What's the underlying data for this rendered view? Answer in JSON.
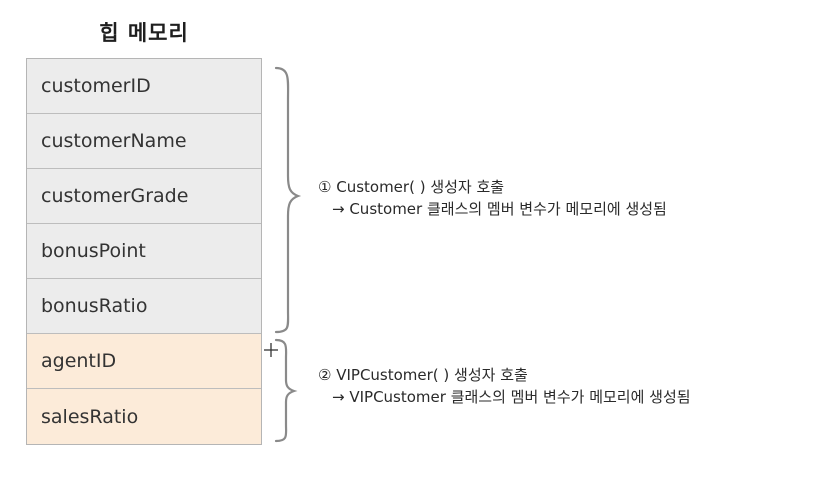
{
  "title": "힙 메모리",
  "fields": [
    {
      "label": "customerID",
      "group": "parent"
    },
    {
      "label": "customerName",
      "group": "parent"
    },
    {
      "label": "customerGrade",
      "group": "parent"
    },
    {
      "label": "bonusPoint",
      "group": "parent"
    },
    {
      "label": "bonusRatio",
      "group": "parent"
    },
    {
      "label": "agentID",
      "group": "child"
    },
    {
      "label": "salesRatio",
      "group": "child"
    }
  ],
  "annotations": [
    {
      "line1": "① Customer( ) 생성자 호출",
      "line2": "→ Customer 클래스의 멤버 변수가 메모리에 생성됨"
    },
    {
      "line1": "② VIPCustomer( ) 생성자 호출",
      "line2": "→ VIPCustomer 클래스의 멤버 변수가 메모리에 생성됨"
    }
  ],
  "colors": {
    "parent_fill": "#ececec",
    "child_fill": "#fcebd9",
    "border": "#b5b5b5",
    "brace": "#8a8a8a"
  },
  "icons": [
    "brace-icon",
    "cursor-crosshair-icon"
  ]
}
